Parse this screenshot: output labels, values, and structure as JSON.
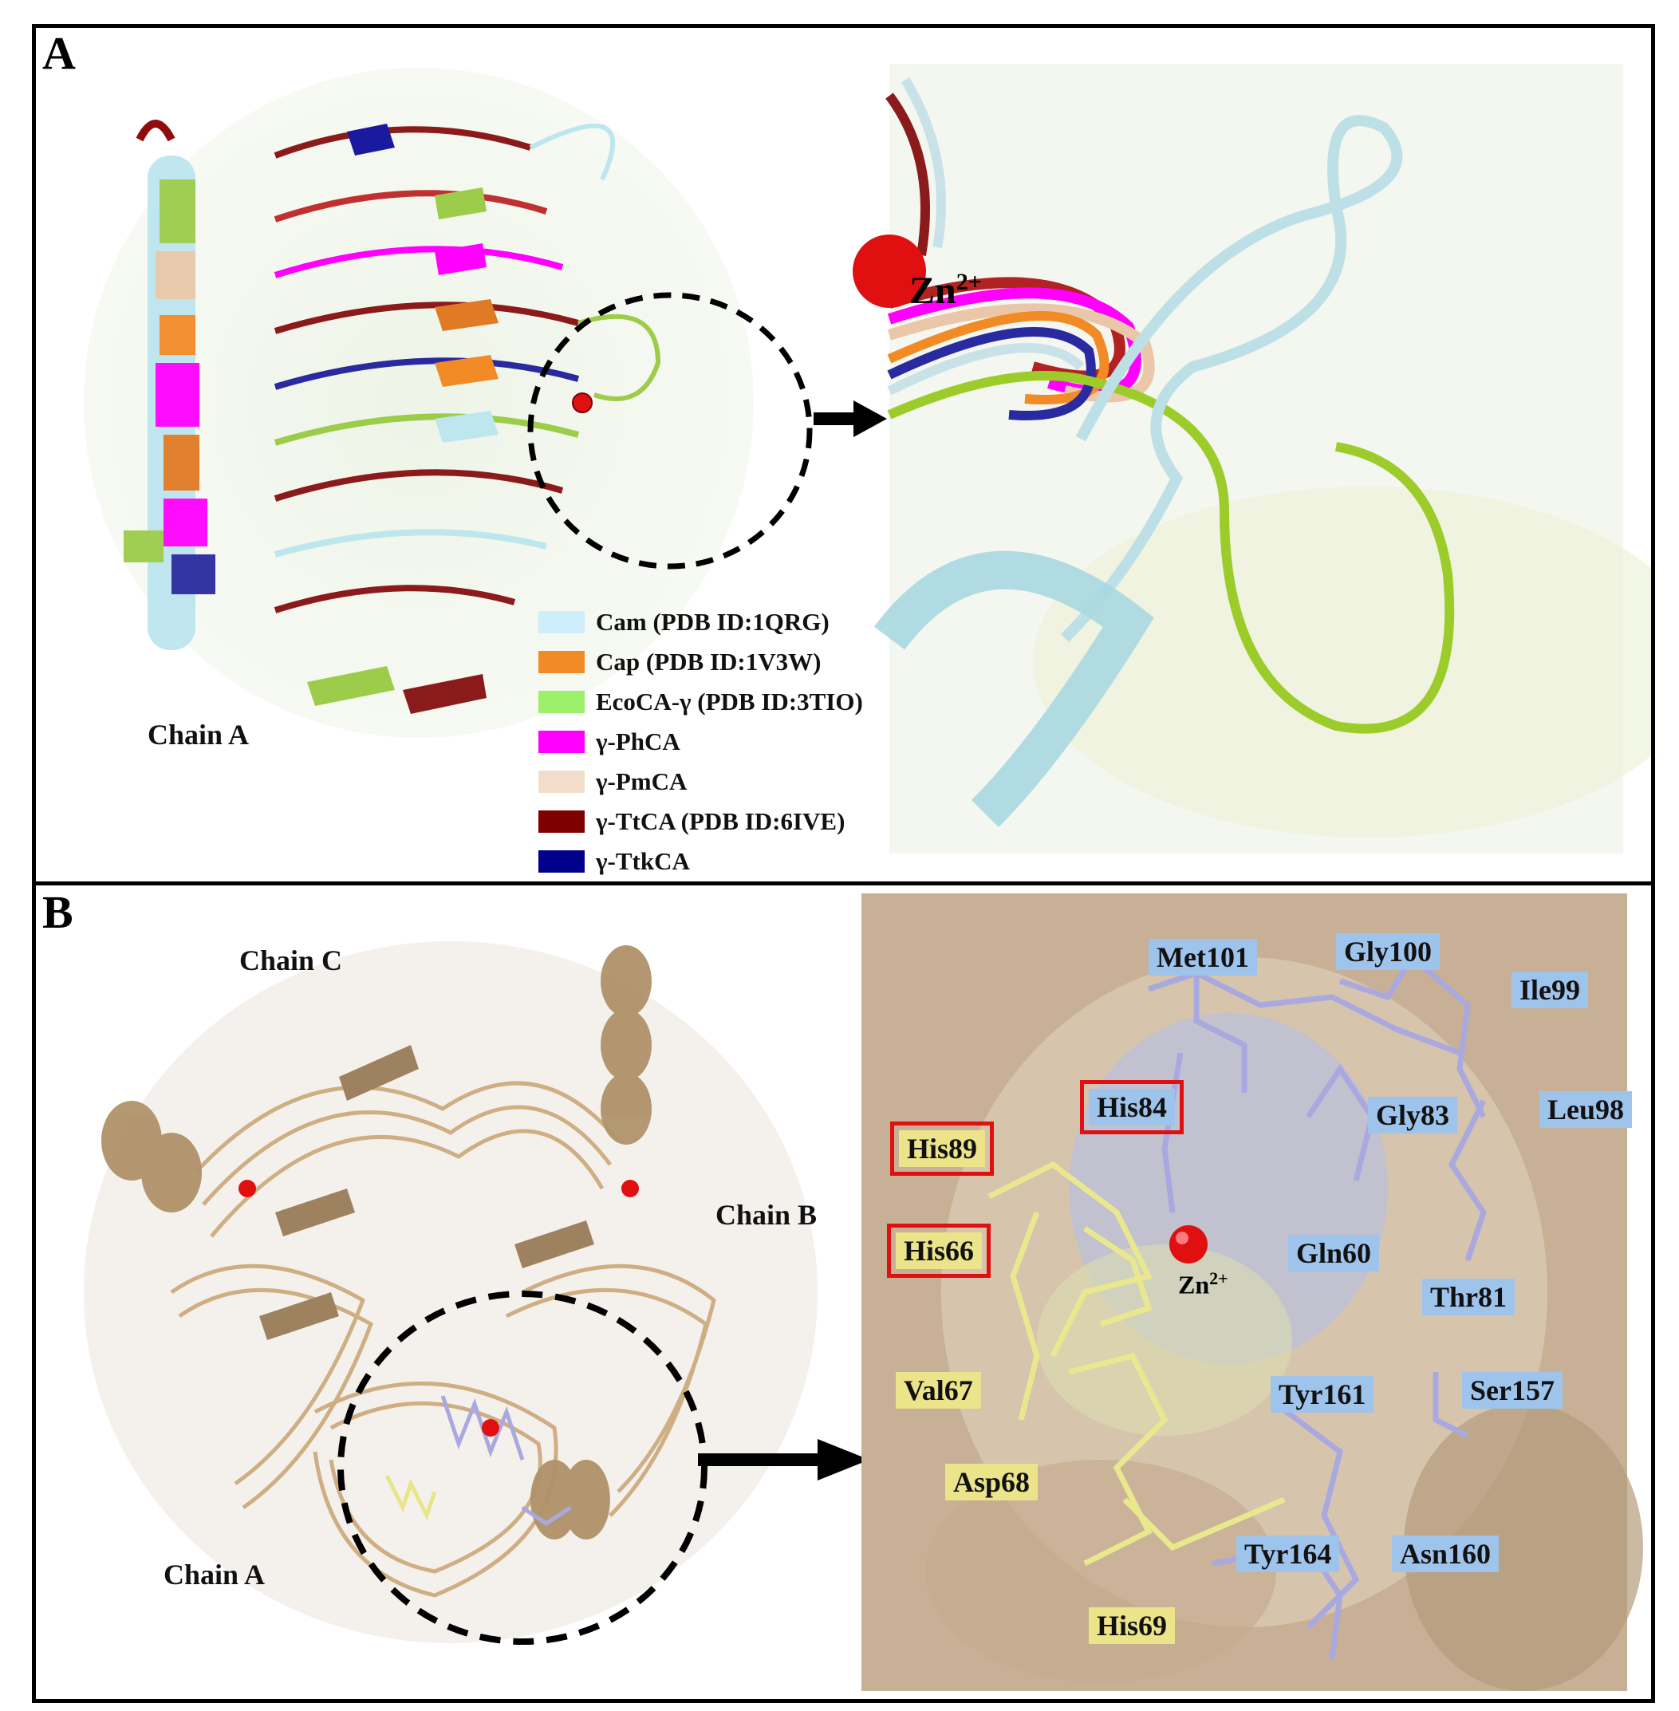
{
  "panels": {
    "a": {
      "letter": "A",
      "chain_label": "Chain A",
      "zn_label": {
        "base": "Zn",
        "sup": "2+"
      },
      "legend": [
        {
          "label": "Cam (PDB ID:1QRG)",
          "color": "#cdeefa"
        },
        {
          "label": "Cap (PDB ID:1V3W)",
          "color": "#f28a26"
        },
        {
          "label": "EcoCA-γ (PDB ID:3TIO)",
          "color": "#9cf06a"
        },
        {
          "label": "γ-PhCA",
          "color": "#ff00ff"
        },
        {
          "label": "γ-PmCA",
          "color": "#f2ddcc"
        },
        {
          "label": "γ-TtCA (PDB ID:6IVE)",
          "color": "#7f0000"
        },
        {
          "label": "γ-TtkCA",
          "color": "#00008b"
        }
      ]
    },
    "b": {
      "letter": "B",
      "chain_labels": {
        "c": "Chain C",
        "b": "Chain B",
        "a": "Chain A"
      },
      "zn_label": {
        "base": "Zn",
        "sup": "2+"
      },
      "residues": [
        {
          "label": "Met101",
          "style": "blue"
        },
        {
          "label": "Gly100",
          "style": "blue"
        },
        {
          "label": "Ile99",
          "style": "blue"
        },
        {
          "label": "His84",
          "style": "blue",
          "boxed": true
        },
        {
          "label": "Gly83",
          "style": "blue"
        },
        {
          "label": "Leu98",
          "style": "blue"
        },
        {
          "label": "His89",
          "style": "yellow",
          "boxed": true
        },
        {
          "label": "His66",
          "style": "yellow",
          "boxed": true
        },
        {
          "label": "Gln60",
          "style": "blue"
        },
        {
          "label": "Thr81",
          "style": "blue"
        },
        {
          "label": "Val67",
          "style": "yellow"
        },
        {
          "label": "Tyr161",
          "style": "blue"
        },
        {
          "label": "Ser157",
          "style": "blue"
        },
        {
          "label": "Asp68",
          "style": "yellow"
        },
        {
          "label": "Tyr164",
          "style": "blue"
        },
        {
          "label": "Asn160",
          "style": "blue"
        },
        {
          "label": "His69",
          "style": "yellow"
        }
      ]
    }
  }
}
